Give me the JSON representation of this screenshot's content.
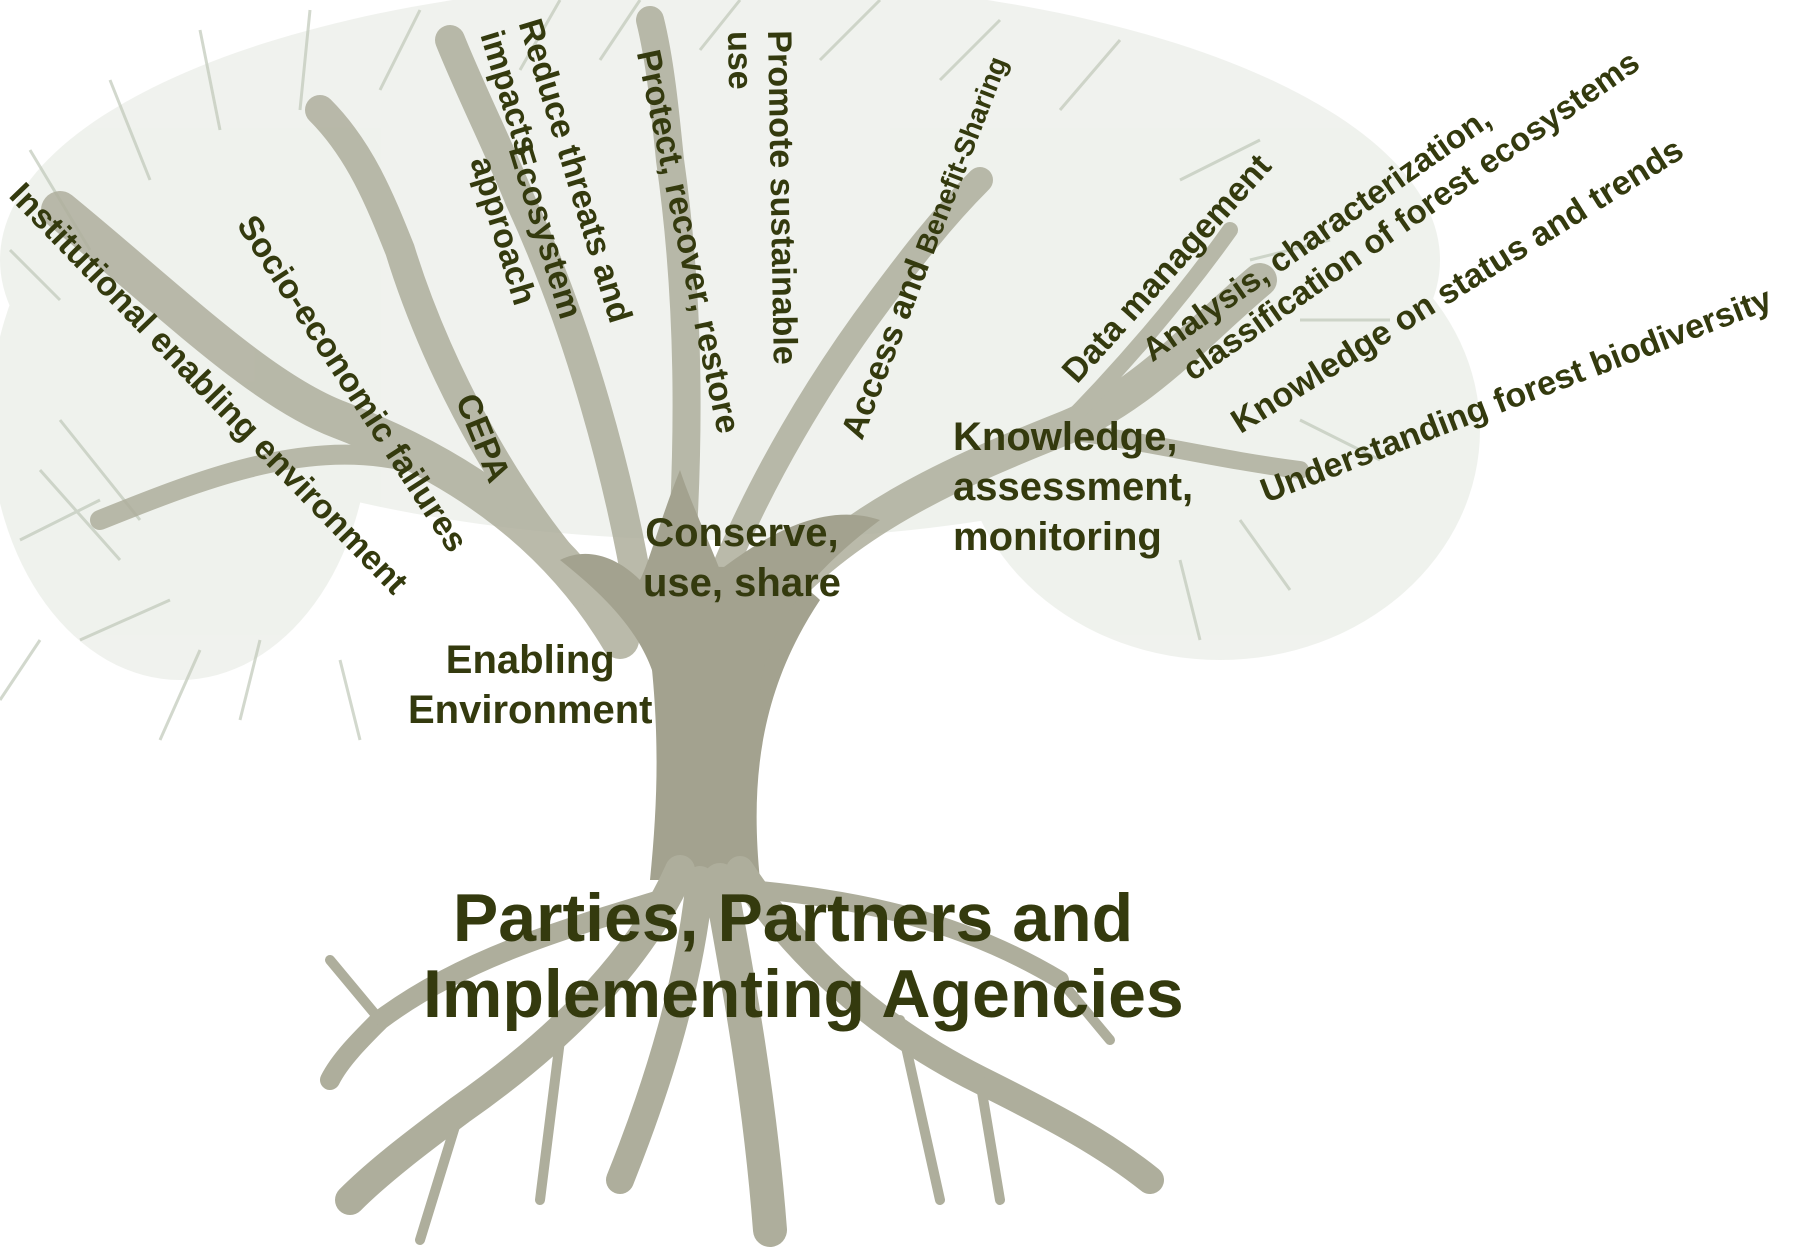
{
  "colors": {
    "text": "#343a0e",
    "trunk": "#a3a28f",
    "canopy": "#c7d0c0",
    "background": "#ffffff"
  },
  "root": {
    "line1": "Parties, Partners and",
    "line2": "Implementing Agencies"
  },
  "hubs": {
    "enabling": [
      "Enabling",
      "Environment"
    ],
    "conserve": [
      "Conserve,",
      "use, share"
    ],
    "knowledge": [
      "Knowledge,",
      "assessment,",
      "monitoring"
    ]
  },
  "branches": {
    "enabling": {
      "institutional": "Institutional enabling environment",
      "socio_economic": "Socio-economic failures",
      "cepa": "CEPA"
    },
    "conserve": {
      "ecosystem_approach": [
        "Ecosystem",
        "approach"
      ],
      "reduce_threats": [
        "Reduce threats and",
        "impacts"
      ],
      "protect": "Protect, recover, restore",
      "promote": [
        "Promote sustainable",
        "use"
      ],
      "access_prefix": "Access and ",
      "access_suffix": "Benefit-Sharing"
    },
    "knowledge": {
      "data_management": "Data management",
      "analysis": [
        "Analysis, characterization,",
        "classification of forest ecosystems"
      ],
      "status_trends": "Knowledge on status and trends",
      "understanding": "Understanding forest biodiversity"
    }
  }
}
